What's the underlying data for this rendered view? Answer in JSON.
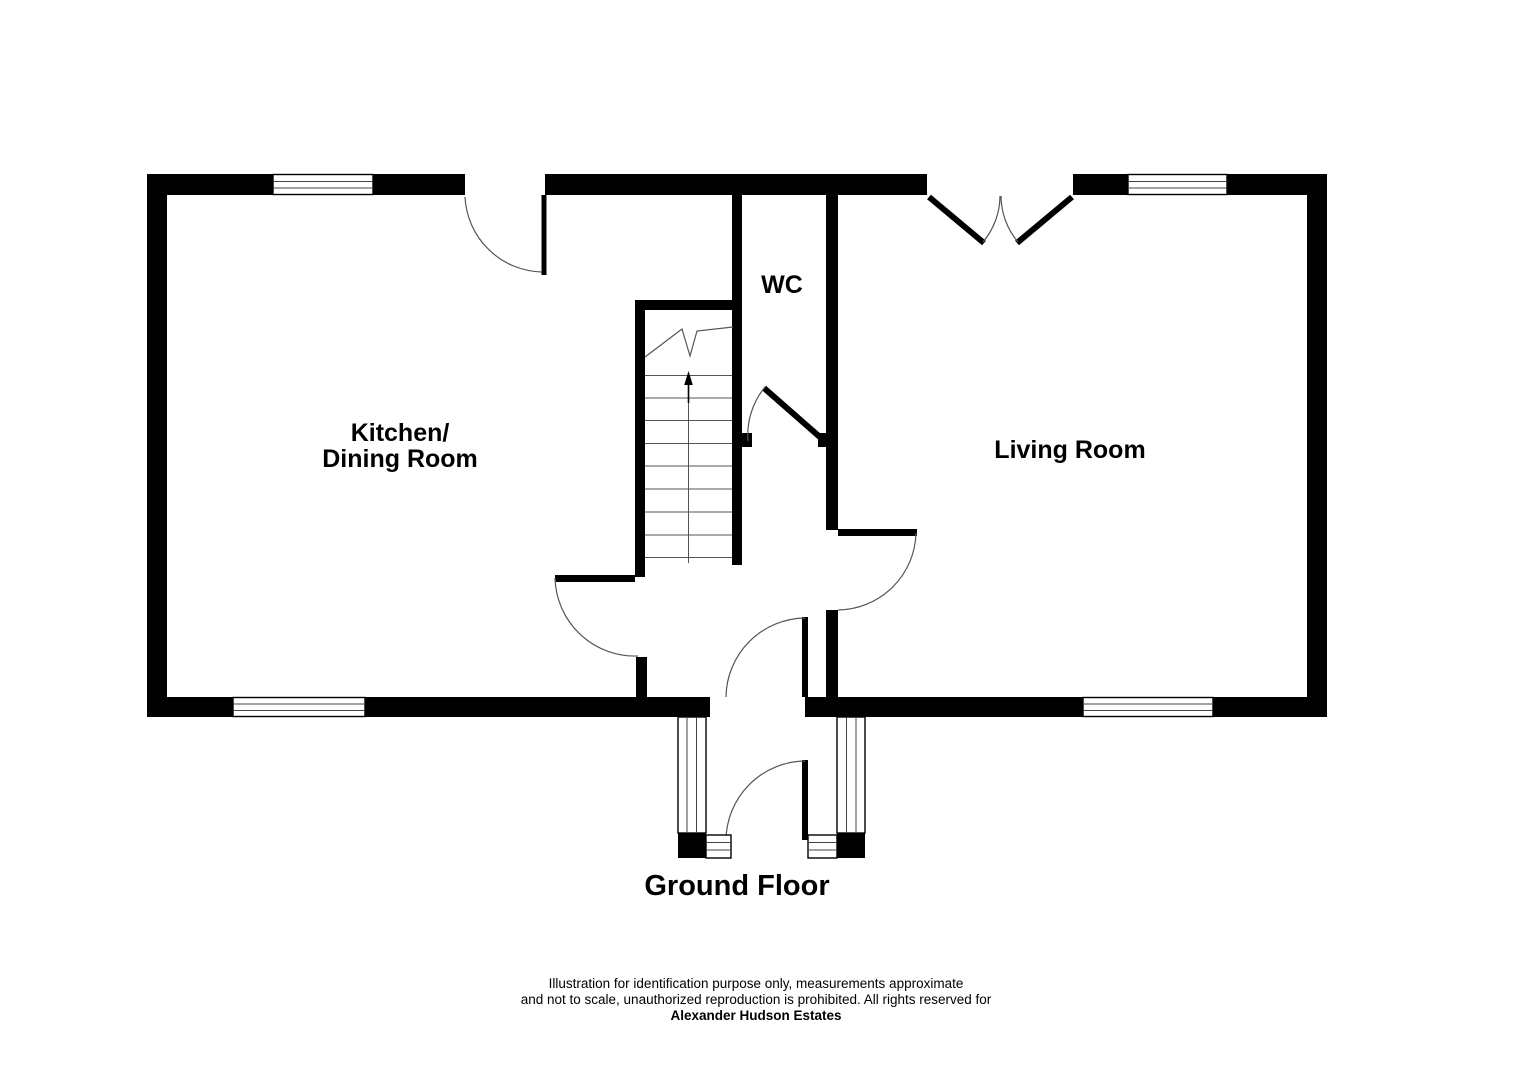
{
  "plan": {
    "floor_label": "Ground Floor",
    "rooms": {
      "kitchen": {
        "line1": "Kitchen/",
        "line2": "Dining Room"
      },
      "wc": {
        "label": "WC"
      },
      "living": {
        "label": "Living Room"
      }
    },
    "stairs": {
      "direction": "up",
      "icon": "up-arrow-icon"
    }
  },
  "footer": {
    "disclaimer_line1": "Illustration for identification purpose only, measurements approximate",
    "disclaimer_line2": "and not to scale, unauthorized reproduction is prohibited. All rights reserved for",
    "company": "Alexander Hudson Estates"
  },
  "colors": {
    "wall": "#000000",
    "background": "#ffffff",
    "thin_line": "#555555"
  }
}
